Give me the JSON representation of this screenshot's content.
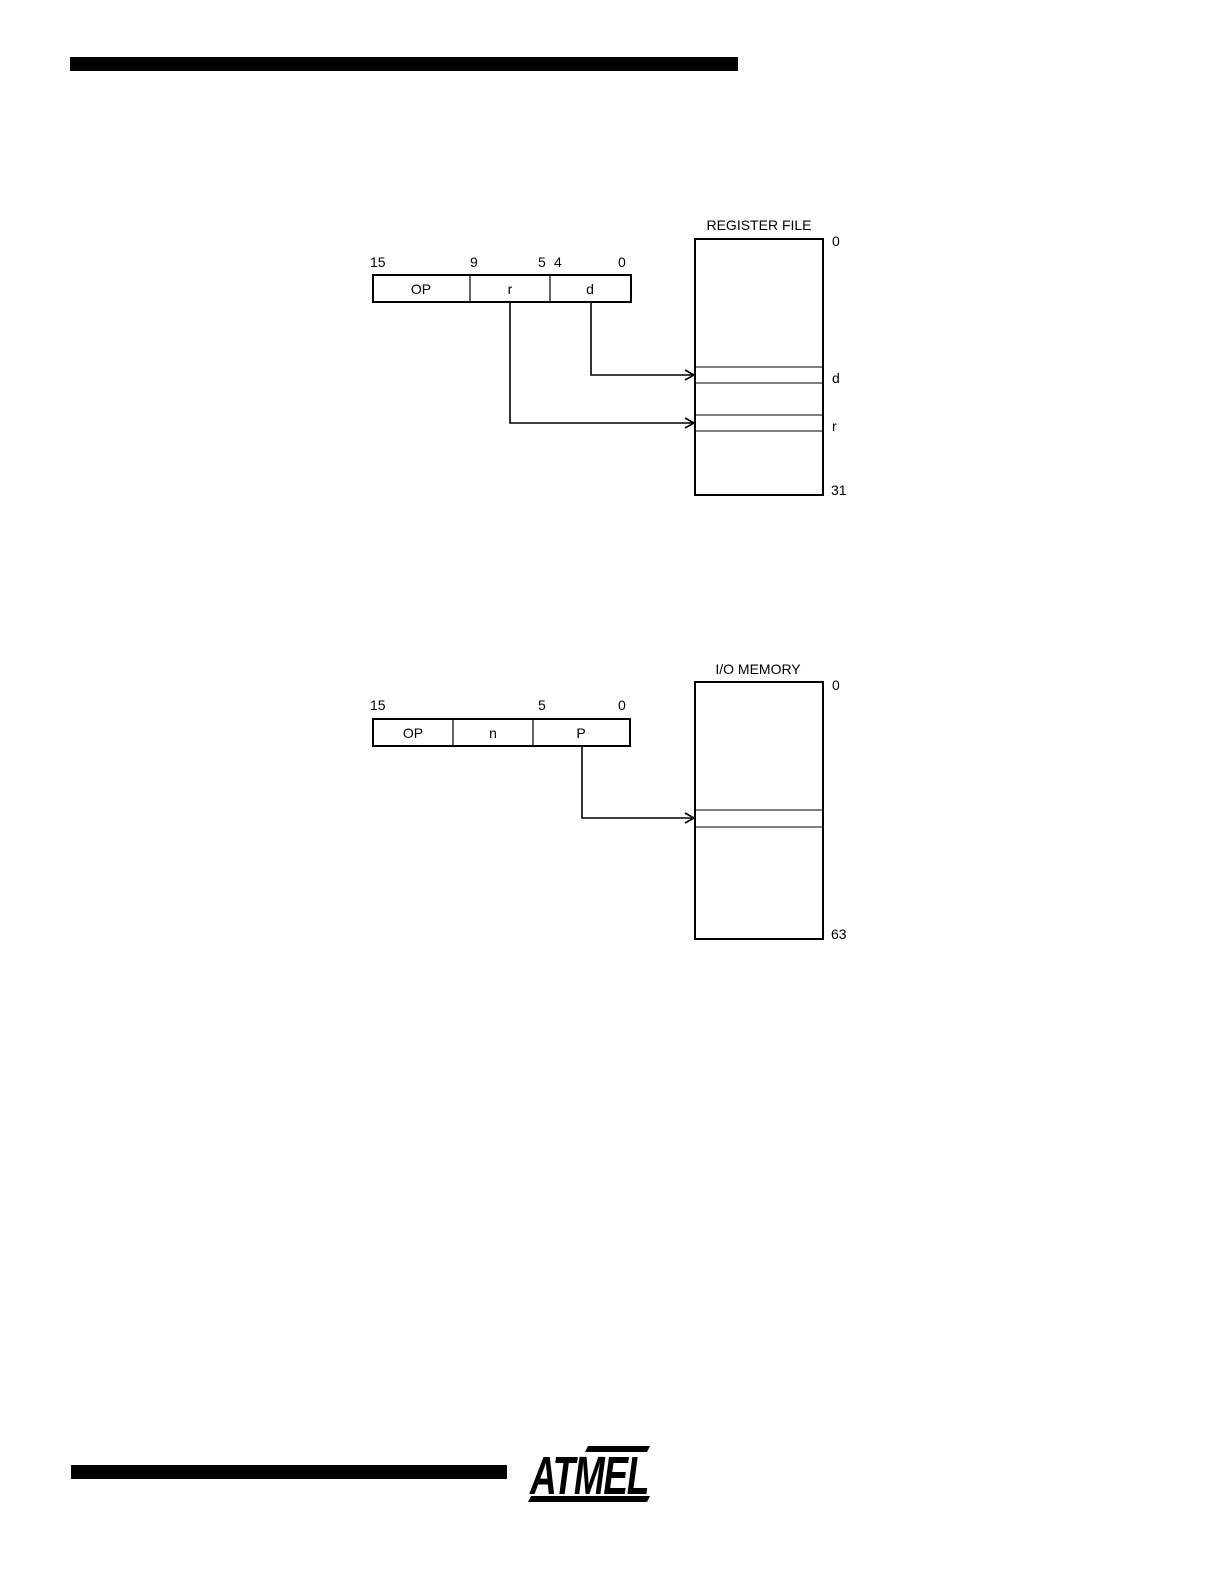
{
  "diagram1": {
    "title": "REGISTER FILE",
    "bit_labels": [
      "15",
      "9",
      "5",
      "4",
      "0"
    ],
    "fields": [
      "OP",
      "r",
      "d"
    ],
    "index_labels": {
      "top": "0",
      "d": "d",
      "r": "r",
      "bottom": "31"
    }
  },
  "diagram2": {
    "title": "I/O MEMORY",
    "bit_labels": [
      "15",
      "5",
      "0"
    ],
    "fields": [
      "OP",
      "n",
      "P"
    ],
    "index_labels": {
      "top": "0",
      "bottom": "63"
    }
  },
  "logo": {
    "text": "ATMEL"
  }
}
